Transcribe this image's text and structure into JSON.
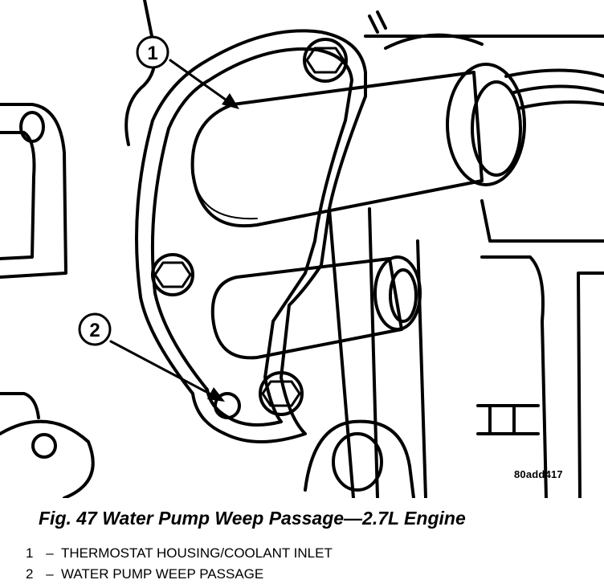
{
  "figure": {
    "caption": "Fig. 47 Water Pump Weep Passage—2.7L Engine",
    "reference_code": "80add417",
    "callouts": [
      {
        "number": "1",
        "label": "THERMOSTAT HOUSING/COOLANT INLET"
      },
      {
        "number": "2",
        "label": "WATER PUMP WEEP PASSAGE"
      }
    ],
    "separator": "–"
  },
  "colors": {
    "ink": "#000000",
    "paper": "#ffffff"
  }
}
